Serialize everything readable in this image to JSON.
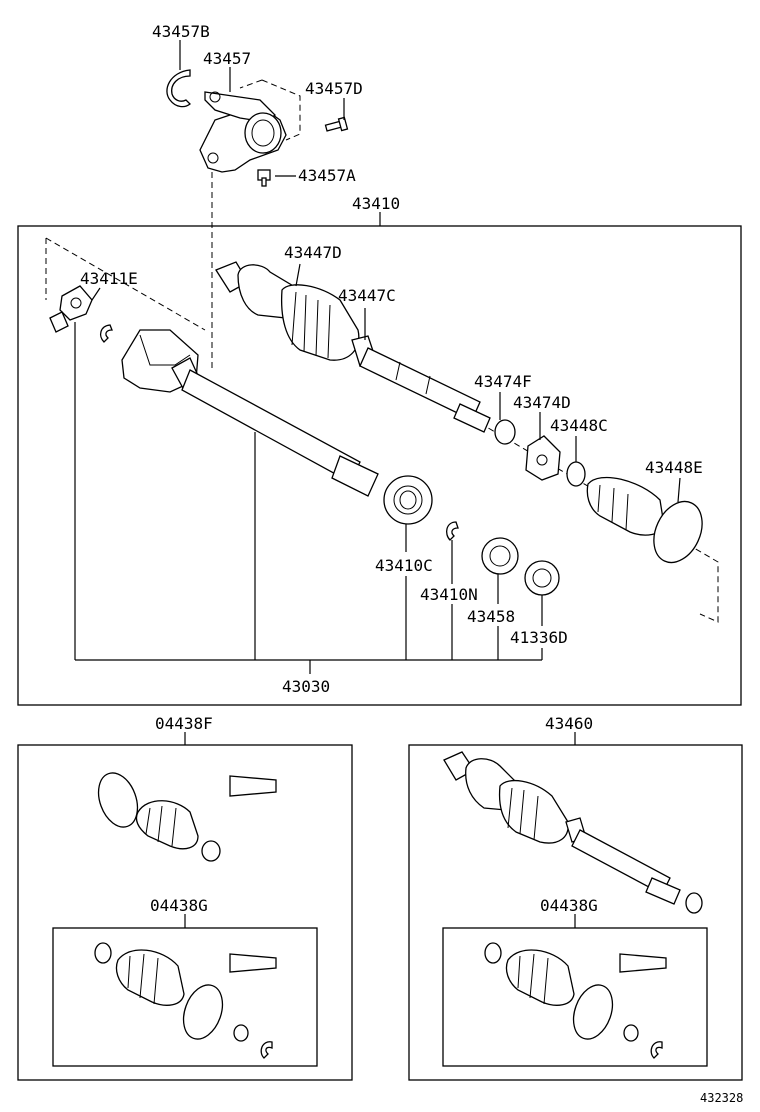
{
  "diagram_id": "432328",
  "labels": {
    "p43457B": "43457B",
    "p43457": "43457",
    "p43457D": "43457D",
    "p43457A": "43457A",
    "p43410": "43410",
    "p43447D": "43447D",
    "p43411E": "43411E",
    "p43447C": "43447C",
    "p43474F": "43474F",
    "p43474D": "43474D",
    "p43448C": "43448C",
    "p43448E": "43448E",
    "p43410C": "43410C",
    "p43410N": "43410N",
    "p43458": "43458",
    "p41336D": "41336D",
    "p43030": "43030",
    "p04438F": "04438F",
    "p43460": "43460",
    "p04438G_left": "04438G",
    "p04438G_right": "04438G"
  }
}
